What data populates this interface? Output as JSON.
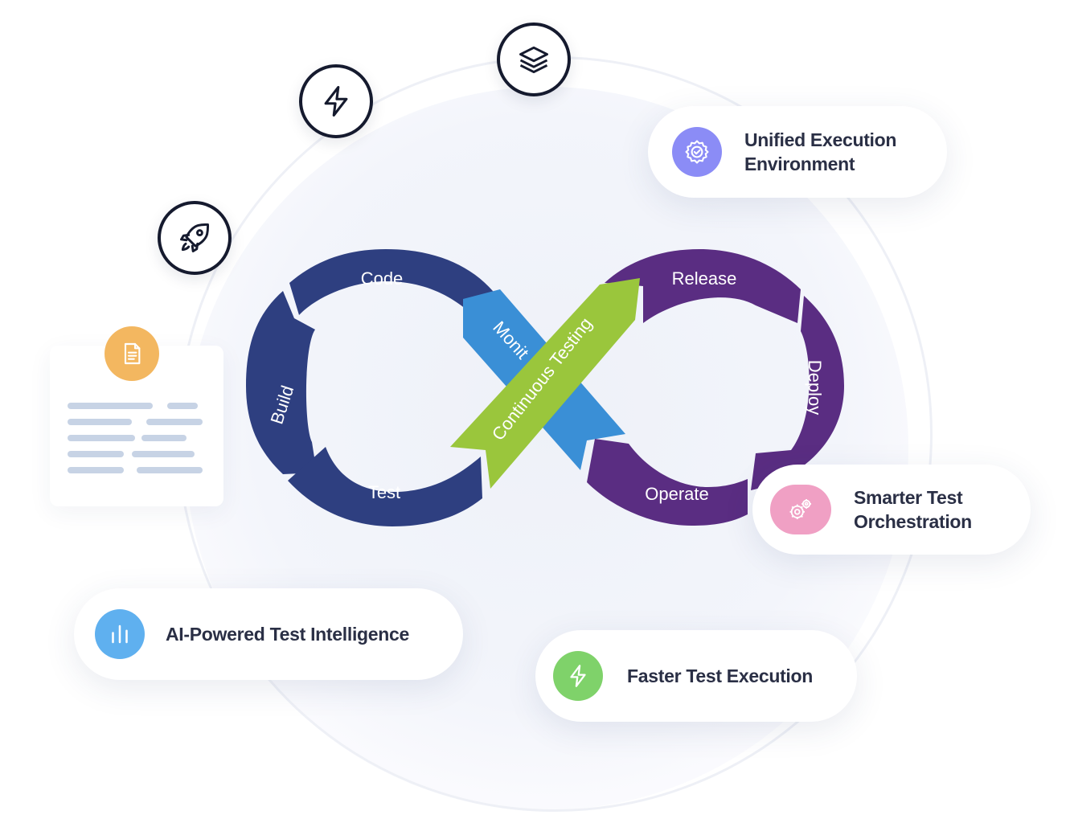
{
  "diagram": {
    "stages": {
      "code": "Code",
      "build": "Build",
      "test": "Test",
      "release": "Release",
      "deploy": "Deploy",
      "operate": "Operate",
      "monitor": "Monit"
    },
    "center_band": "Continuous Testing"
  },
  "features": [
    {
      "label_line1": "Unified Execution",
      "label_line2": "Environment",
      "icon": "gear-check-icon",
      "color": "#8b8cf6"
    },
    {
      "label_line1": "Smarter Test",
      "label_line2": "Orchestration",
      "icon": "gears-icon",
      "color": "#f0a0c4"
    },
    {
      "label_line1": "AI-Powered Test Intelligence",
      "icon": "bar-chart-icon",
      "color": "#5fb0ef"
    },
    {
      "label_line1": "Faster Test Execution",
      "icon": "lightning-icon",
      "color": "#7fd26a"
    }
  ],
  "orbit_icons": [
    "layers-icon",
    "lightning-icon",
    "rocket-icon"
  ],
  "document_icon": "document-icon",
  "colors": {
    "left_loop": "#2e3f80",
    "right_loop": "#5a2d82",
    "monitor_band": "#3a8fd6",
    "testing_band": "#9ac63c",
    "document_badge": "#f3b760"
  }
}
